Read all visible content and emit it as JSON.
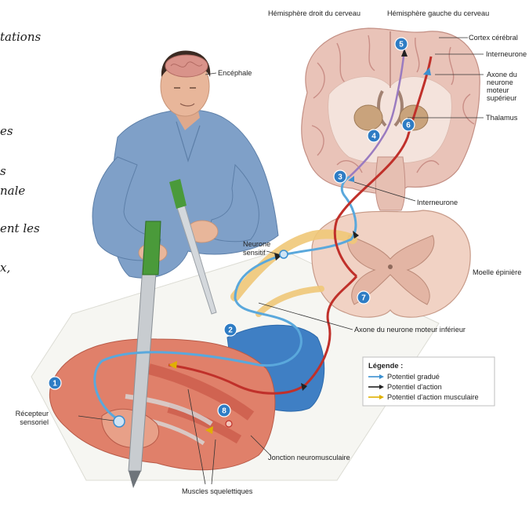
{
  "side_text": {
    "lines": [
      "tations",
      "es",
      "s",
      "nale",
      "ent les",
      "x,"
    ]
  },
  "labels": {
    "hemisphere_right": "Hémisphère droit du cerveau",
    "hemisphere_left": "Hémisphère gauche du cerveau",
    "cortex": "Cortex cérébral",
    "interneurone_top": "Interneurone",
    "axone_sup_1": "Axone du",
    "axone_sup_2": "neurone",
    "axone_sup_3": "moteur",
    "axone_sup_4": "supérieur",
    "thalamus": "Thalamus",
    "encephale": "Encéphale",
    "interneurone_mid": "Interneurone",
    "neurone_sensitif_1": "Neurone",
    "neurone_sensitif_2": "sensitif",
    "moelle": "Moelle épinière",
    "axone_inf": "Axone du neurone moteur inférieur",
    "recepteur_1": "Récepteur",
    "recepteur_2": "sensoriel",
    "jonction": "Jonction neuromusculaire",
    "muscles": "Muscles squelettiques"
  },
  "legend": {
    "title": "Légende :",
    "items": [
      {
        "label": "Potentiel gradué",
        "color": "#3a8fd0"
      },
      {
        "label": "Potentiel d'action",
        "color": "#222222"
      },
      {
        "label": "Potentiel d'action musculaire",
        "color": "#e0b000"
      }
    ]
  },
  "steps": [
    "1",
    "2",
    "3",
    "4",
    "5",
    "6",
    "7",
    "8"
  ],
  "colors": {
    "step_badge": "#2e7cc4",
    "sensory_path": "#5aa8dc",
    "motor_path": "#c0302a",
    "interneuron_path": "#9a7bc0",
    "brain": "#e9c3b8",
    "spinal_cord": "#f1d2c4",
    "nerve": "#f0c878",
    "shirt": "#7fa0c8",
    "skin": "#e8b69a",
    "pen_body": "#c8ccd0",
    "pen_cap": "#4a9a3a"
  }
}
